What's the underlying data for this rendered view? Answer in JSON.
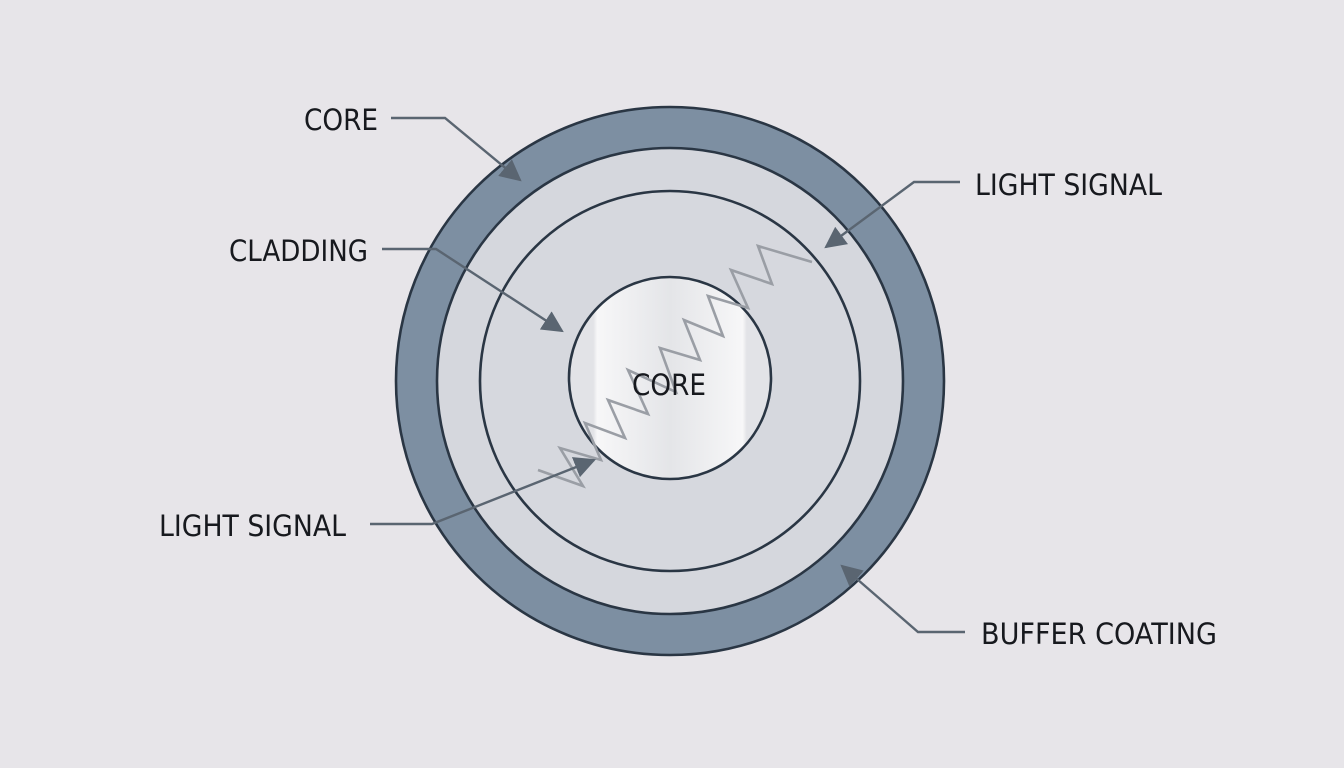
{
  "diagram": {
    "labels": {
      "core_outer": "CORE",
      "cladding": "CLADDING",
      "light_signal_right": "LIGHT SIGNAL",
      "core_center": "CORE",
      "light_signal_left": "LIGHT SIGNAL",
      "buffer_coating": "BUFFER COATING"
    },
    "colors": {
      "background": "#e7e5e9",
      "buffer_ring": "#7d8fa2",
      "cladding_fill": "#d7d8de",
      "core_fill": "#ececee",
      "outline": "#2a3644",
      "leader": "#5a6571",
      "signal": "#9a9ea5"
    }
  }
}
